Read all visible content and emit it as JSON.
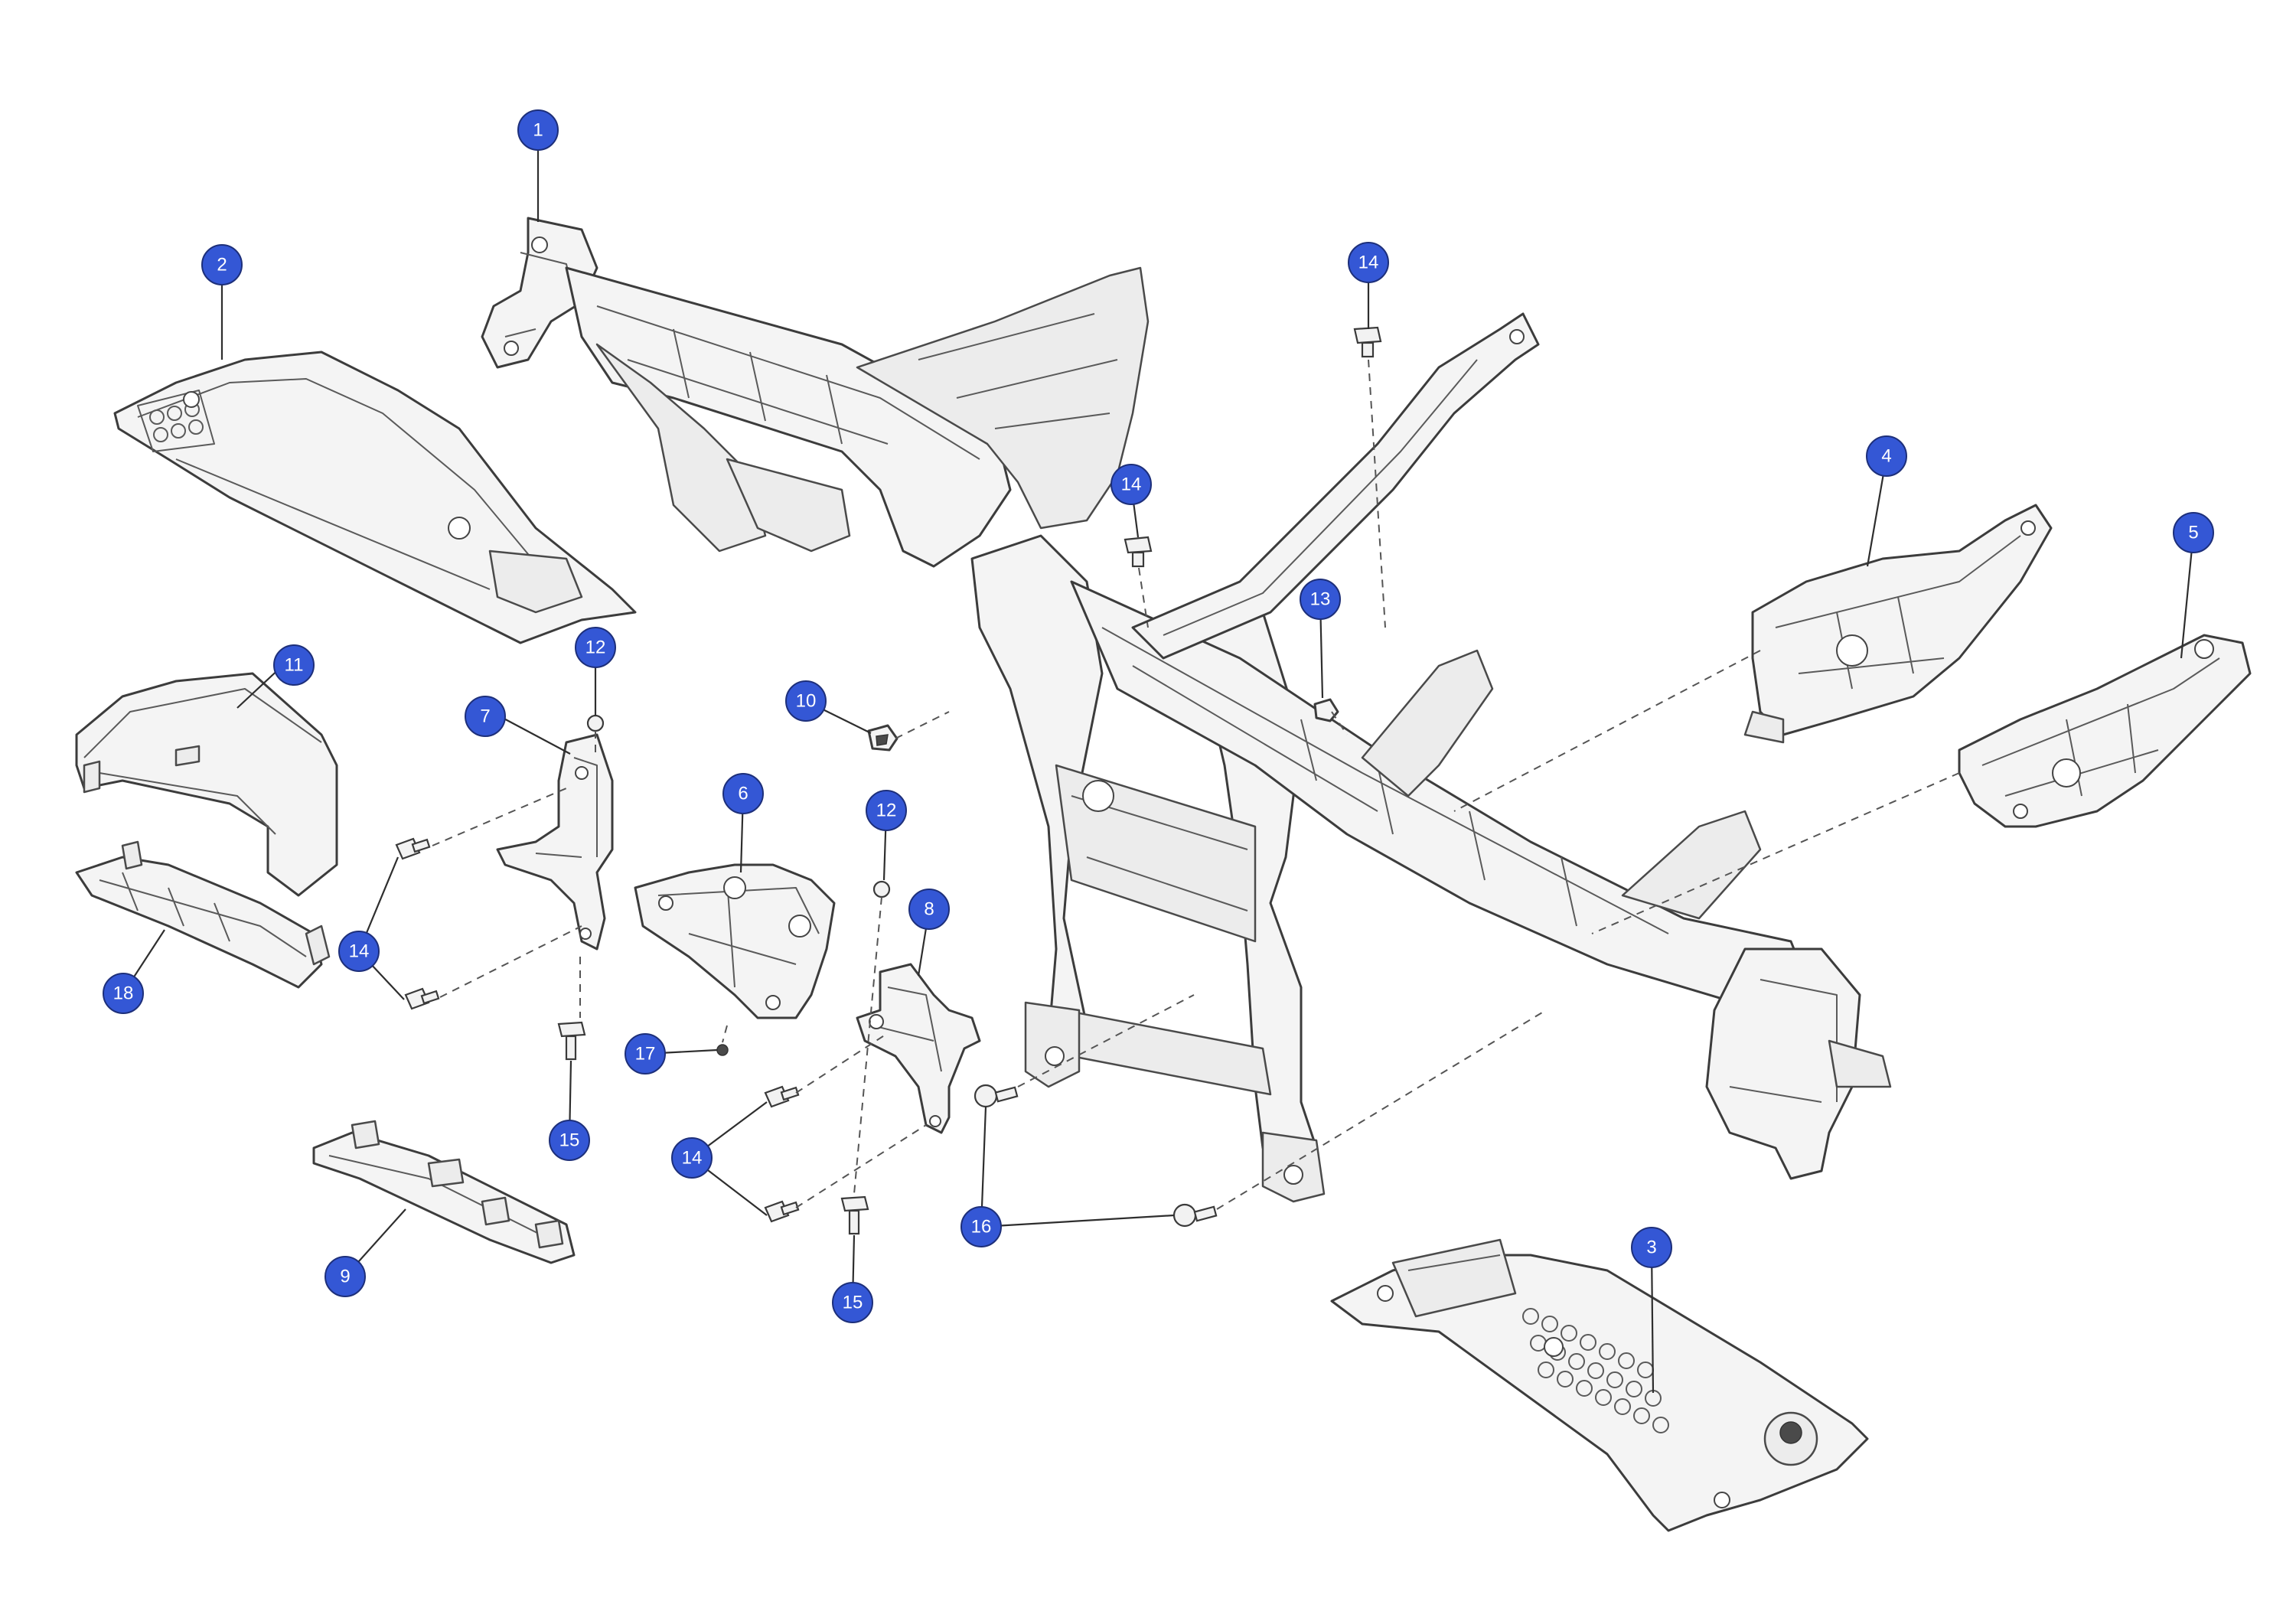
{
  "callouts": [
    {
      "id": "c1",
      "label": "1"
    },
    {
      "id": "c2",
      "label": "2"
    },
    {
      "id": "c3",
      "label": "3"
    },
    {
      "id": "c4",
      "label": "4"
    },
    {
      "id": "c5",
      "label": "5"
    },
    {
      "id": "c6",
      "label": "6"
    },
    {
      "id": "c7",
      "label": "7"
    },
    {
      "id": "c8",
      "label": "8"
    },
    {
      "id": "c9",
      "label": "9"
    },
    {
      "id": "c10",
      "label": "10"
    },
    {
      "id": "c11",
      "label": "11"
    },
    {
      "id": "c12a",
      "label": "12"
    },
    {
      "id": "c12b",
      "label": "12"
    },
    {
      "id": "c13",
      "label": "13"
    },
    {
      "id": "c14a",
      "label": "14"
    },
    {
      "id": "c14b",
      "label": "14"
    },
    {
      "id": "c14c",
      "label": "14"
    },
    {
      "id": "c14d",
      "label": "14"
    },
    {
      "id": "c15a",
      "label": "15"
    },
    {
      "id": "c15b",
      "label": "15"
    },
    {
      "id": "c16",
      "label": "16"
    },
    {
      "id": "c17",
      "label": "17"
    },
    {
      "id": "c18",
      "label": "18"
    }
  ],
  "colors": {
    "callout_fill": "#3457d5",
    "callout_text": "#ffffff",
    "line_art": "#3c3c3c",
    "background": "#ffffff"
  }
}
